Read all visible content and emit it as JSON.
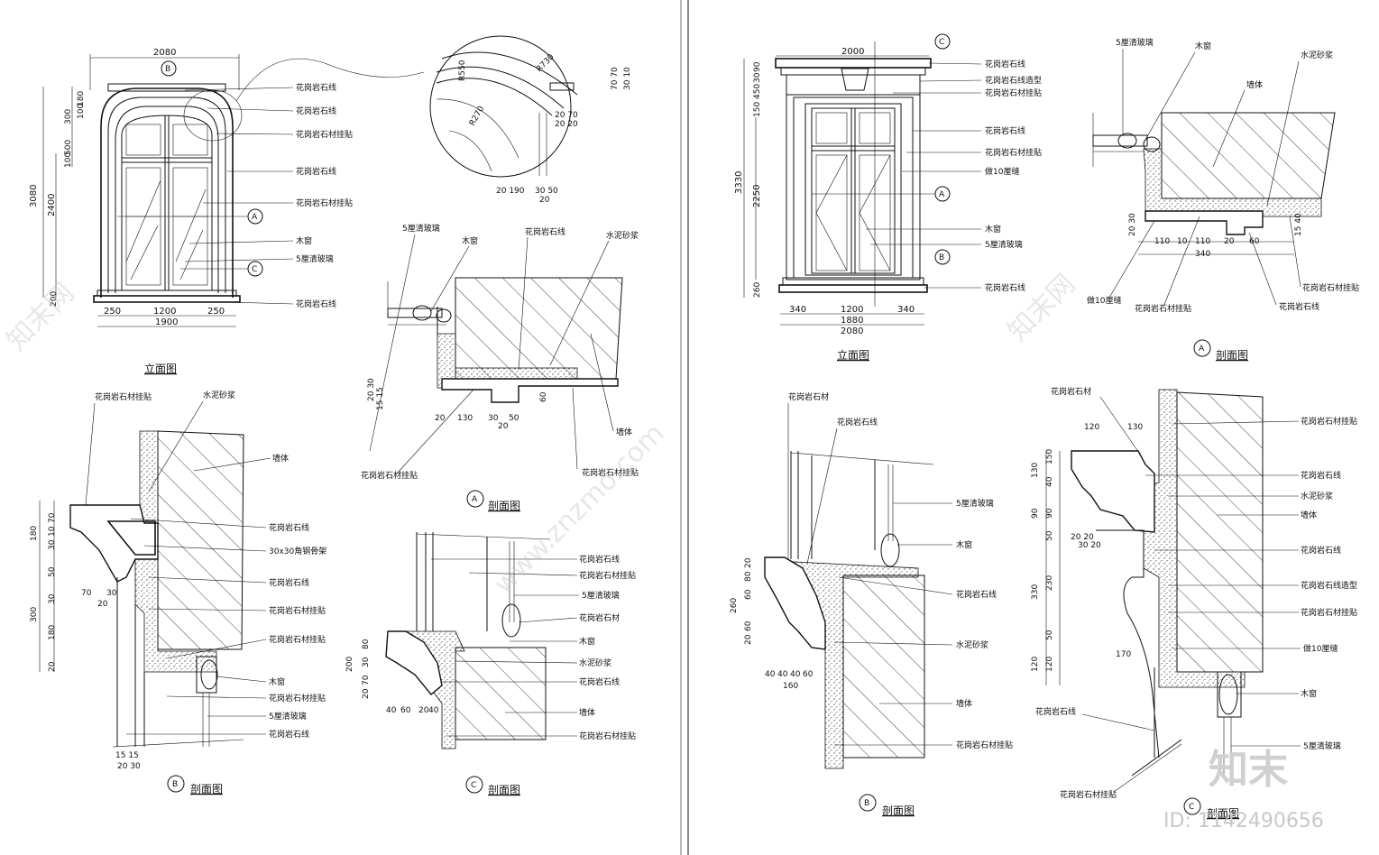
{
  "watermark": {
    "text": "www.znzmo.com",
    "brand": "知末",
    "id": "ID: 1142490656",
    "side_brand": "知末网"
  },
  "left": {
    "elevation": {
      "title": "立面图",
      "dims": {
        "top": "2080",
        "h1": "3080",
        "h2": "2400",
        "h3": "500",
        "h4": "100",
        "h5": "300",
        "h6": "180",
        "h7": "100",
        "h8": "200",
        "b1": "250",
        "b2": "1200",
        "b3": "250",
        "b4": "1900"
      },
      "labels": [
        "花岗岩石线",
        "花岗岩石线",
        "花岗岩石材挂贴",
        "花岗岩石线",
        "花岗岩石材挂贴",
        "木窗",
        "5厘清玻璃",
        "花岗岩石线"
      ],
      "markers": {
        "a": "A",
        "b": "B",
        "c": "C"
      }
    },
    "detail": {
      "r1": "R550",
      "r2": "R730",
      "r3": "R270",
      "d1": "20 190",
      "d2": "30 50",
      "d3": "20",
      "d4": "20 70",
      "d5": "20 20",
      "d6": "70 70",
      "d7": "30 10"
    },
    "sectionA": {
      "title": "剖面图",
      "marker": "A",
      "labels": [
        "5厘清玻璃",
        "木窗",
        "花岗岩石线",
        "水泥砂浆",
        "墙体",
        "花岗岩石材挂贴",
        "花岗岩石材挂贴"
      ],
      "dims": [
        "20",
        "130",
        "30",
        "50",
        "20",
        "60",
        "20 30",
        "15 15"
      ]
    },
    "sectionB": {
      "title": "剖面图",
      "marker": "B",
      "labels": [
        "花岗岩石材挂贴",
        "水泥砂浆",
        "墙体",
        "花岗岩石线",
        "30x30角钢骨架",
        "花岗岩石线",
        "花岗岩石材挂贴",
        "花岗岩石材挂贴",
        "木窗",
        "花岗岩石材挂贴",
        "5厘清玻璃",
        "花岗岩石线"
      ],
      "dims": [
        "180",
        "70",
        "10",
        "30",
        "50",
        "30",
        "70",
        "30",
        "20",
        "300",
        "180",
        "20",
        "15 15",
        "20 30"
      ]
    },
    "sectionC": {
      "title": "剖面图",
      "marker": "C",
      "labels": [
        "花岗岩石线",
        "花岗岩石材挂贴",
        "5厘清玻璃",
        "花岗岩石材",
        "木窗",
        "水泥砂浆",
        "花岗岩石线",
        "墙体",
        "花岗岩石材挂贴"
      ],
      "dims": [
        "200",
        "80",
        "30",
        "70",
        "20",
        "40",
        "60",
        "20",
        "40"
      ]
    }
  },
  "right": {
    "elevation": {
      "title": "立面图",
      "dims": {
        "top": "2000",
        "h1": "3330",
        "h2": "2250",
        "h3": "450",
        "h4": "150",
        "h5": "260",
        "h6": "90",
        "h7": "30",
        "b1": "340",
        "b2": "1200",
        "b3": "340",
        "b4": "1880",
        "b5": "2080"
      },
      "labels": [
        "花岗岩石线",
        "花岗岩石线造型",
        "花岗岩石材挂贴",
        "花岗岩石线",
        "花岗岩石材挂贴",
        "做10厘缝",
        "木窗",
        "5厘清玻璃",
        "花岗岩石线"
      ],
      "markers": {
        "a": "A",
        "b": "B",
        "c": "C"
      }
    },
    "sectionA": {
      "title": "剖面图",
      "marker": "A",
      "labels": [
        "5厘清玻璃",
        "木窗",
        "水泥砂浆",
        "墙体",
        "做10厘缝",
        "花岗岩石材挂贴",
        "花岗岩石线",
        "花岗岩石材挂贴"
      ],
      "dims": [
        "110",
        "10",
        "110",
        "20",
        "60",
        "340",
        "20 30",
        "15 40"
      ]
    },
    "sectionB": {
      "title": "剖面图",
      "marker": "B",
      "labels": [
        "花岗岩石材",
        "花岗岩石线",
        "5厘清玻璃",
        "木窗",
        "花岗岩石线",
        "水泥砂浆",
        "墙体",
        "花岗岩石材挂贴"
      ],
      "dims": [
        "260",
        "60",
        "20",
        "60",
        "80",
        "40",
        "40",
        "40",
        "20",
        "60",
        "160"
      ]
    },
    "sectionC": {
      "title": "剖面图",
      "marker": "C",
      "labels": [
        "花岗岩石材",
        "花岗岩石材挂贴",
        "花岗岩石线",
        "水泥砂浆",
        "墙体",
        "花岗岩石线",
        "花岗岩石线造型",
        "花岗岩石材挂贴",
        "做10厘缝",
        "木窗",
        "花岗岩石线",
        "5厘清玻璃",
        "花岗岩石材挂贴"
      ],
      "dims": [
        "120",
        "130",
        "130",
        "90",
        "90",
        "50",
        "330",
        "230",
        "50",
        "120",
        "120",
        "170",
        "20 20",
        "30 20",
        "150",
        "40"
      ]
    }
  }
}
